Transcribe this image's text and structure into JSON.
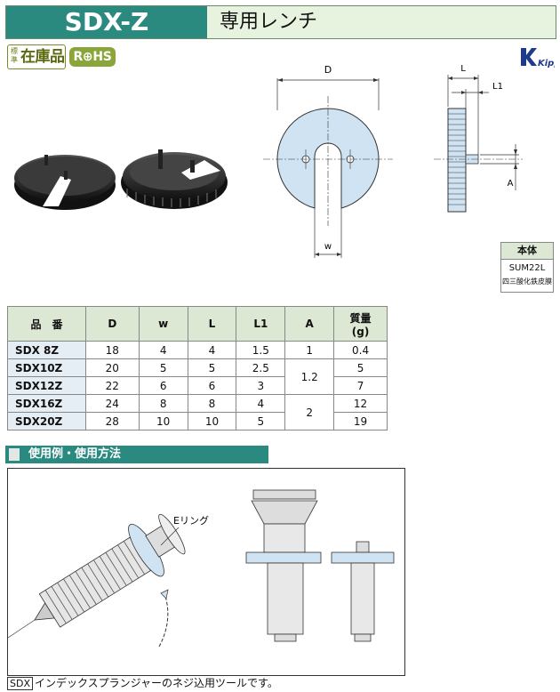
{
  "header": {
    "code": "SDX-Z",
    "title": "専用レンチ"
  },
  "badges": {
    "std_small": "標準",
    "std_big": "在庫品",
    "rohs": "R⊕HS"
  },
  "brand": {
    "logo": "Kipp"
  },
  "drawing": {
    "d": "D",
    "w": "w",
    "l": "L",
    "l1": "L1",
    "a": "A"
  },
  "material": {
    "header": "本体",
    "material": "SUM22L",
    "finish": "四三酸化鉄皮膜"
  },
  "table": {
    "headers": {
      "part": "品　番",
      "d": "D",
      "w": "w",
      "l": "L",
      "l1": "L1",
      "a": "A",
      "mass": "質量",
      "mass_unit": "(g)"
    },
    "rows": [
      {
        "part": "SDX  8Z",
        "d": "18",
        "w": "4",
        "l": "4",
        "l1": "1.5",
        "mass": "0.4"
      },
      {
        "part": "SDX10Z",
        "d": "20",
        "w": "5",
        "l": "5",
        "l1": "2.5",
        "mass": "5"
      },
      {
        "part": "SDX12Z",
        "d": "22",
        "w": "6",
        "l": "6",
        "l1": "3",
        "mass": "7"
      },
      {
        "part": "SDX16Z",
        "d": "24",
        "w": "8",
        "l": "8",
        "l1": "4",
        "mass": "12"
      },
      {
        "part": "SDX20Z",
        "d": "28",
        "w": "10",
        "l": "10",
        "l1": "5",
        "mass": "19"
      }
    ],
    "a_groups": [
      "1",
      "1.2",
      "2"
    ]
  },
  "section": {
    "title": "使用例・使用方法"
  },
  "usage": {
    "e_ring": "Eリング"
  },
  "footer": {
    "code": "SDX",
    "text": "インデックスプランジャーのネジ込用ツールです。"
  },
  "colors": {
    "teal": "#2a8a80",
    "light_green": "#e7f3df",
    "table_head": "#dde8d4",
    "part_cell": "#e6eef5",
    "drawing_fill": "#cfe3f3"
  }
}
